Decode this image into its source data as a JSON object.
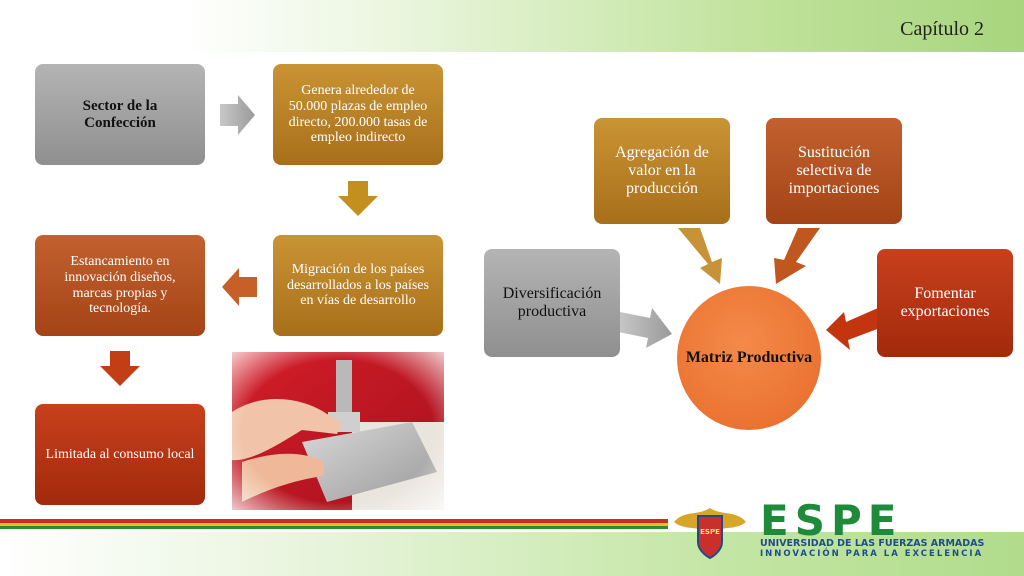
{
  "header": {
    "chapter": "Capítulo 2"
  },
  "left_flow": {
    "sector": "Sector de la Confección",
    "empleo": "Genera alrededor de 50.000 plazas de empleo directo, 200.000 tasas de empleo indirecto",
    "migracion": "Migración de los países desarrollados a los países en vías de desarrollo",
    "estancamiento": "Estancamiento en innovación diseños, marcas propias y tecnología.",
    "limitada": "Limitada al consumo local"
  },
  "right_diagram": {
    "center": "Matriz Productiva",
    "agregacion": "Agregación de valor en la producción",
    "sustitucion": "Sustitución selectiva de importaciones",
    "diversificacion": "Diversificación productiva",
    "fomentar": "Fomentar exportaciones"
  },
  "logo": {
    "name": "ESPE",
    "subtitle1": "UNIVERSIDAD DE LAS FUERZAS ARMADAS",
    "subtitle2": "INNOVACIÓN PARA LA EXCELENCIA",
    "crest_text": "ESPE"
  },
  "colors": {
    "grey": "#9e9e9e",
    "gold": "#b67f24",
    "rust": "#b04f20",
    "red": "#b3320f",
    "center": "#ec7433",
    "espe_green": "#1f8a3a",
    "espe_blue": "#1e4d8c"
  }
}
